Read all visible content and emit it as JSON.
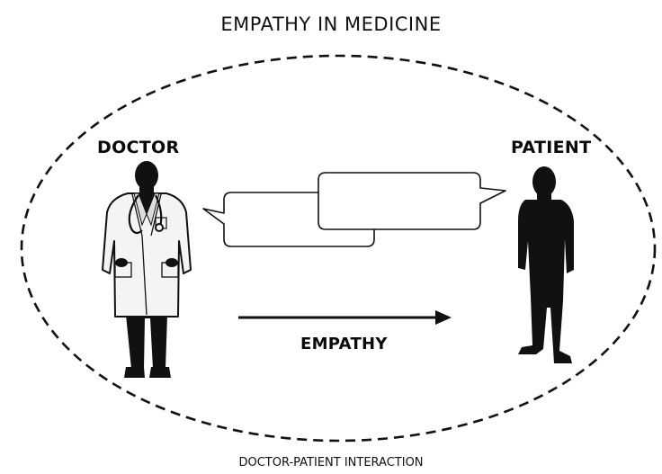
{
  "title": "EMPATHY IN MEDICINE",
  "caption": "DOCTOR-PATIENT INTERACTION",
  "doctor": {
    "label": "DOCTOR",
    "icon": "doctor-figure"
  },
  "patient": {
    "label": "PATIENT",
    "icon": "patient-silhouette"
  },
  "arrow": {
    "label": "EMPATHY",
    "direction": "doctor-to-patient"
  },
  "speech_bubbles": 2,
  "colors": {
    "ink": "#111111",
    "background": "#ffffff",
    "coat": "#f4f4f4"
  }
}
